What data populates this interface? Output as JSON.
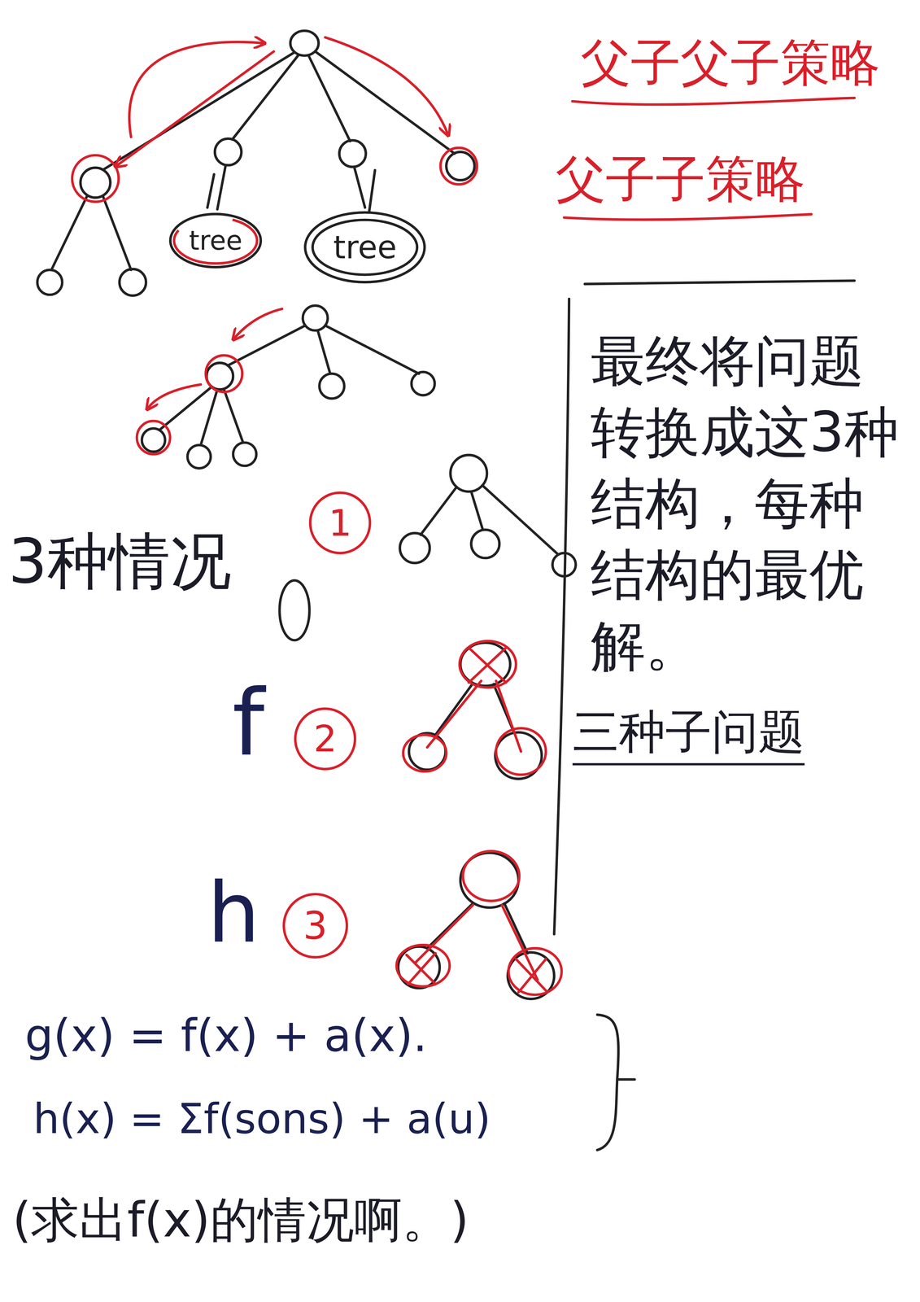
{
  "diagram": {
    "nodes": [
      {
        "text": [
          "tree"
        ]
      },
      {
        "text": [
          "tree"
        ]
      },
      {
        "text": [
          "1"
        ]
      },
      {
        "text": [
          "2"
        ]
      },
      {
        "text": [
          "3"
        ]
      }
    ],
    "labels": [
      "父子父子策略",
      "父子子策略",
      "最终将问题转换成这3种结构，每种结构的最优解。",
      "三种子问题",
      "3种情况",
      "f",
      "h",
      "g(x) = f(x) + a(x).",
      "h(x) = Σf(sons) + a(u)",
      "(求出f(x)的情况啊。)"
    ]
  }
}
